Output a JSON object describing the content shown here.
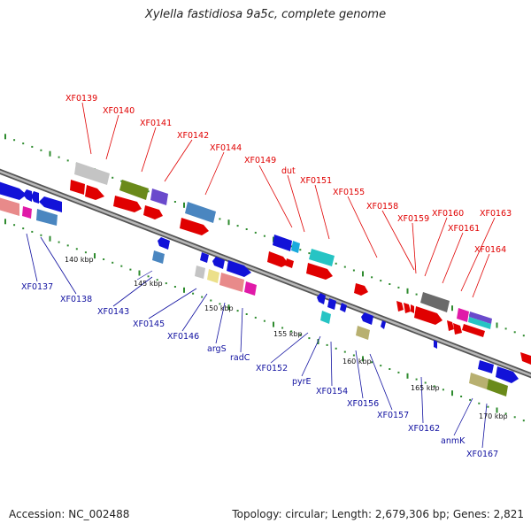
{
  "title": "Xylella fastidiosa 9a5c, complete genome",
  "footer": {
    "accession": "Accession: NC_002488",
    "summary": "Topology: circular; Length: 2,679,306 bp; Genes: 2,821"
  },
  "colors": {
    "backbone": "#8a8a8a",
    "forward_label": "#e00000",
    "reverse_label": "#1010a0",
    "tick_dot": "#2e8b2e"
  },
  "scale_labels": [
    "140 kbp",
    "145 kbp",
    "150 kbp",
    "155 kbp",
    "160 kbp",
    "165 kbp",
    "170 kbp"
  ],
  "forward_gene_labels": [
    "XF0139",
    "XF0140",
    "XF0141",
    "XF0142",
    "XF0144",
    "XF0149",
    "dut",
    "XF0151",
    "XF0155",
    "XF0158",
    "XF0159",
    "XF0160",
    "XF0161",
    "XF0163",
    "XF0164"
  ],
  "reverse_gene_labels": [
    "XF0137",
    "XF0138",
    "XF0143",
    "XF0145",
    "XF0146",
    "argS",
    "radC",
    "XF0152",
    "pyrE",
    "XF0154",
    "XF0156",
    "XF0157",
    "XF0162",
    "anmK",
    "XF0167"
  ]
}
